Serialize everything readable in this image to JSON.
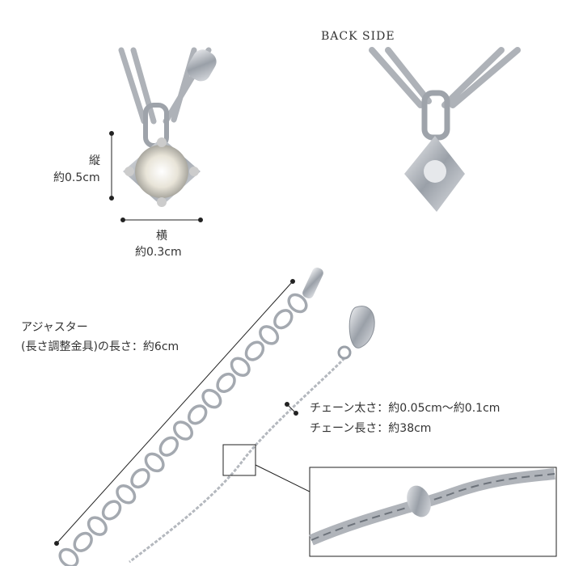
{
  "back_side_label": "BACK SIDE",
  "height_dimension": {
    "label": "縦",
    "value": "約0.5cm"
  },
  "width_dimension": {
    "label": "横",
    "value": "約0.3cm"
  },
  "adjuster": {
    "title": "アジャスター",
    "text": "(長さ調整金具)の長さ：約6cm"
  },
  "chain_specs": {
    "thickness": "チェーン太さ：約0.05cm〜約0.1cm",
    "length": "チェーン長さ：約38cm"
  },
  "colors": {
    "text": "#333333",
    "line": "#222222",
    "silver": "#b8bcc2"
  }
}
